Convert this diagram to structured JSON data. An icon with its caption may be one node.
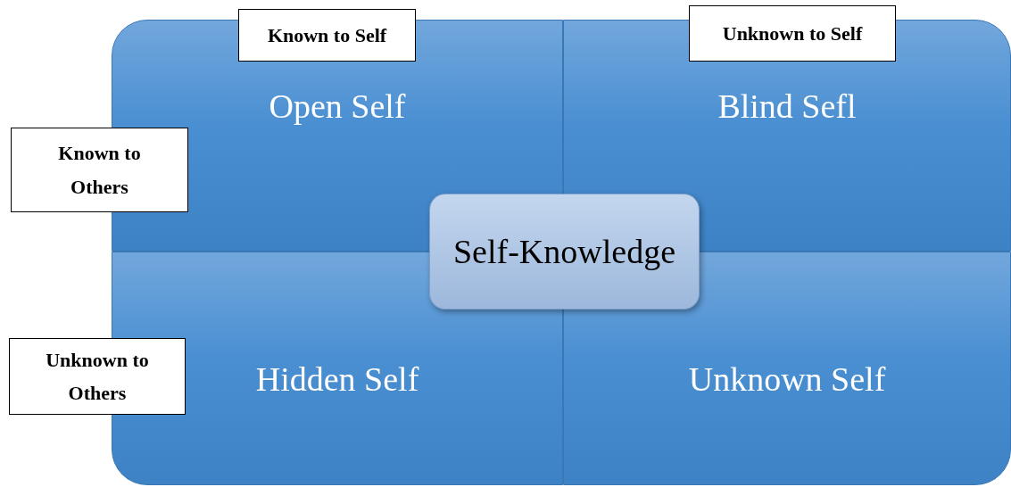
{
  "diagram": {
    "nodes": [
      {
        "text": [
          "Open Self"
        ]
      },
      {
        "text": [
          "Blind Sefl"
        ]
      },
      {
        "text": [
          "Hidden Self"
        ]
      },
      {
        "text": [
          "Unknown Self"
        ]
      },
      {
        "text": [
          "Self-Knowledge"
        ]
      },
      {
        "text": [
          "Known to Self"
        ]
      },
      {
        "text": [
          "Unknown to Self"
        ]
      },
      {
        "text": [
          "Known to Others"
        ]
      },
      {
        "text": [
          "Unknown to Others"
        ]
      }
    ]
  }
}
